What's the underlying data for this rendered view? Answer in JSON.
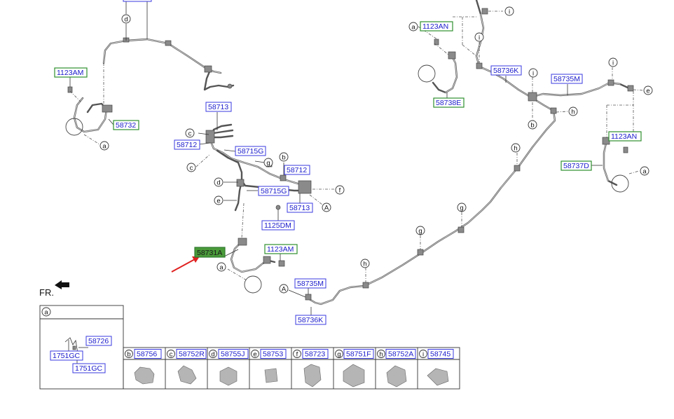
{
  "direction_label": "FR.",
  "accent_red": "#e02020",
  "labels": [
    {
      "id": "l1",
      "text": "1123AM",
      "style": "green"
    },
    {
      "id": "l2",
      "text": "58732",
      "style": "green"
    },
    {
      "id": "l3",
      "text": "58713",
      "style": "blue"
    },
    {
      "id": "l4",
      "text": "58712",
      "style": "blue"
    },
    {
      "id": "l5",
      "text": "58715G",
      "style": "blue"
    },
    {
      "id": "l6",
      "text": "58712",
      "style": "blue"
    },
    {
      "id": "l7",
      "text": "58715G",
      "style": "blue"
    },
    {
      "id": "l8",
      "text": "58713",
      "style": "blue"
    },
    {
      "id": "l9",
      "text": "1125DM",
      "style": "blue"
    },
    {
      "id": "l10",
      "text": "58731A",
      "style": "highlight"
    },
    {
      "id": "l11",
      "text": "1123AM",
      "style": "green"
    },
    {
      "id": "l12",
      "text": "58735M",
      "style": "blue"
    },
    {
      "id": "l13",
      "text": "58736K",
      "style": "blue"
    },
    {
      "id": "l14",
      "text": "1123AN",
      "style": "green"
    },
    {
      "id": "l15",
      "text": "58738E",
      "style": "green"
    },
    {
      "id": "l16",
      "text": "58736K",
      "style": "blue"
    },
    {
      "id": "l17",
      "text": "58735M",
      "style": "blue"
    },
    {
      "id": "l18",
      "text": "1123AN",
      "style": "green"
    },
    {
      "id": "l19",
      "text": "58737D",
      "style": "green"
    }
  ],
  "callouts": [
    {
      "id": "c1",
      "letter": "d"
    },
    {
      "id": "c2",
      "letter": "a"
    },
    {
      "id": "c3",
      "letter": "c"
    },
    {
      "id": "c4",
      "letter": "c"
    },
    {
      "id": "c5",
      "letter": "g"
    },
    {
      "id": "c6",
      "letter": "b"
    },
    {
      "id": "c7",
      "letter": "d"
    },
    {
      "id": "c8",
      "letter": "f"
    },
    {
      "id": "c9",
      "letter": "e"
    },
    {
      "id": "c10",
      "letter": "A"
    },
    {
      "id": "c11",
      "letter": "a"
    },
    {
      "id": "c12",
      "letter": "A"
    },
    {
      "id": "c13",
      "letter": "h"
    },
    {
      "id": "c14",
      "letter": "g"
    },
    {
      "id": "c15",
      "letter": "g"
    },
    {
      "id": "c16",
      "letter": "h"
    },
    {
      "id": "c17",
      "letter": "h"
    },
    {
      "id": "c18",
      "letter": "b"
    },
    {
      "id": "c19",
      "letter": "i"
    },
    {
      "id": "c20",
      "letter": "i"
    },
    {
      "id": "c21",
      "letter": "i"
    },
    {
      "id": "c22",
      "letter": "i"
    },
    {
      "id": "c23",
      "letter": "e"
    },
    {
      "id": "c24",
      "letter": "a"
    },
    {
      "id": "c25",
      "letter": "a"
    }
  ],
  "legend_table": {
    "cell_a": {
      "letter": "a",
      "parts": [
        "58726",
        "1751GC",
        "1751GC"
      ]
    },
    "cells": [
      {
        "letter": "b",
        "part": "58756"
      },
      {
        "letter": "c",
        "part": "58752R"
      },
      {
        "letter": "d",
        "part": "58755J"
      },
      {
        "letter": "e",
        "part": "58753"
      },
      {
        "letter": "f",
        "part": "58723"
      },
      {
        "letter": "g",
        "part": "58751F"
      },
      {
        "letter": "h",
        "part": "58752A"
      },
      {
        "letter": "i",
        "part": "58745"
      }
    ]
  }
}
